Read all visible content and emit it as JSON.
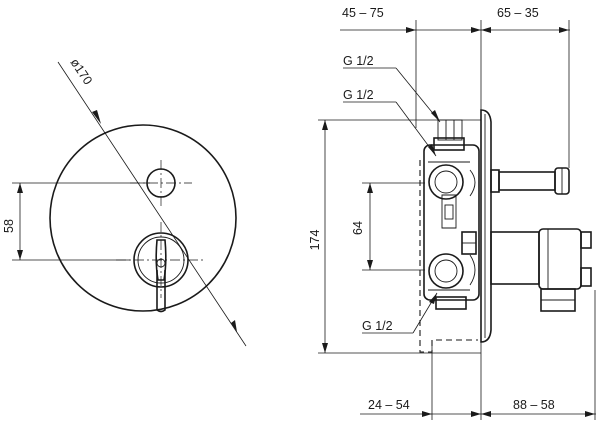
{
  "front_view": {
    "diameter_label": "ø170",
    "vertical_spacing_label": "58"
  },
  "side_view": {
    "top_left_range": "45 – 75",
    "top_right_range": "65 – 35",
    "connection_top_1": "G 1/2",
    "connection_top_2": "G 1/2",
    "connection_bottom": "G 1/2",
    "height_label": "174",
    "inlet_spacing_label": "64",
    "bottom_left_range": "24 – 54",
    "bottom_right_range": "88 – 58"
  }
}
